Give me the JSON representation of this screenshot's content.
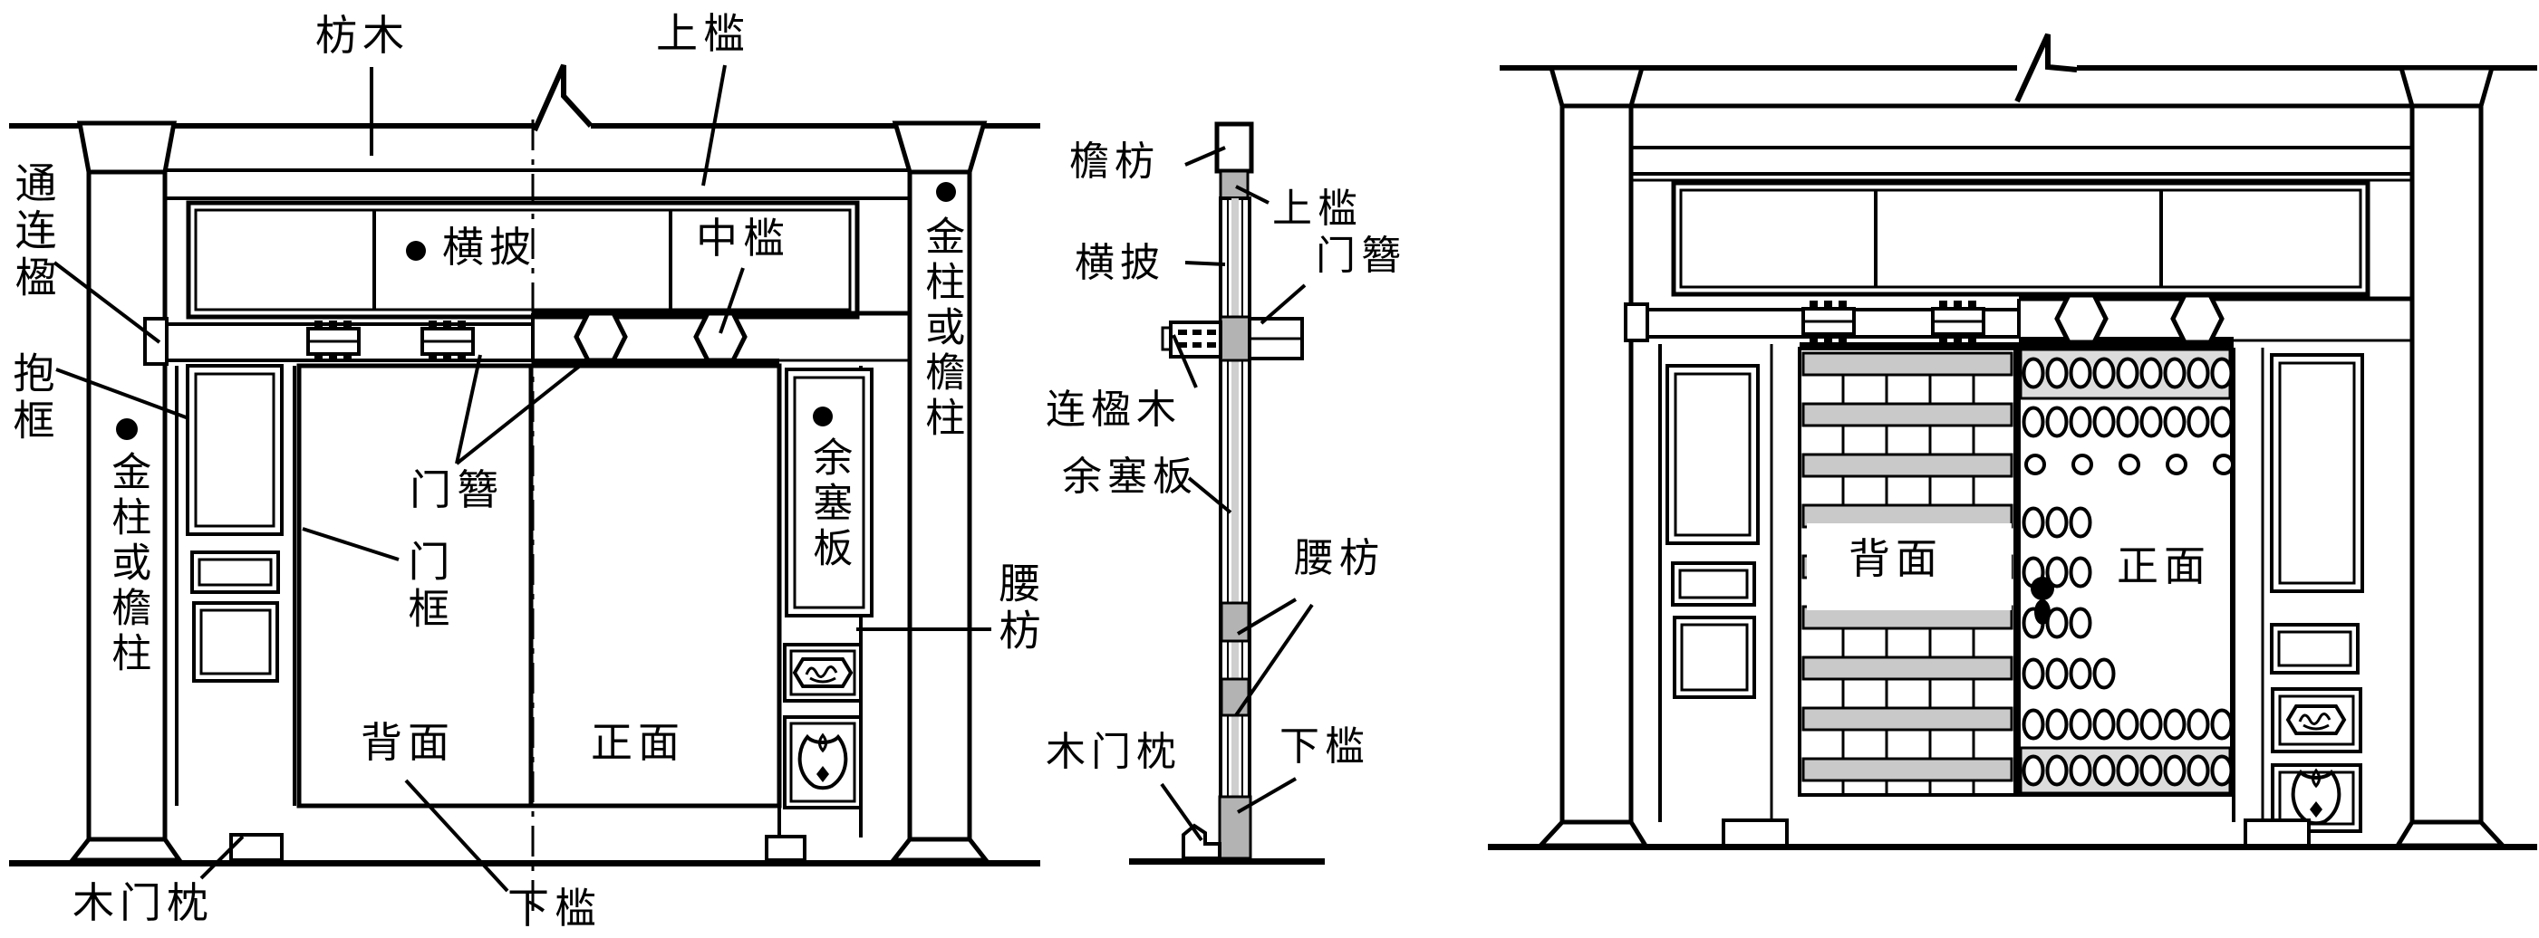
{
  "figure_type": "architectural-diagram-traditional-chinese-gate",
  "left_view": {
    "labels": {
      "fangmu": "枋木",
      "shangkan": "上槛",
      "tonglianying": "通连楹",
      "baokuang": "抱框",
      "jinzhu_left": "金柱或檐柱",
      "hengpi": "横披",
      "zhongkan": "中槛",
      "menzan": "门簪",
      "menkuang": "门框",
      "yusaiban": "余塞板",
      "jinzhu_right": "金柱或檐柱",
      "yaofang": "腰枋",
      "beimian": "背面",
      "zhengmian": "正面",
      "mumenzhen": "木门枕",
      "xiakan": "下槛"
    }
  },
  "section_view": {
    "labels": {
      "yanfang": "檐枋",
      "shangkan": "上槛",
      "hengpi": "横披",
      "menzan": "门簪",
      "lianyingmu": "连楹木",
      "yusaiban": "余塞板",
      "yaofang": "腰枋",
      "mumenzhen": "木门枕",
      "xiakan": "下槛"
    }
  },
  "right_view": {
    "labels": {
      "beimian": "背面",
      "zhengmian": "正面"
    }
  },
  "colors": {
    "line": "#000000",
    "panel_gray": "#c9c9c9",
    "block_gray": "#b3b3b3",
    "band_gray": "#dcdcdc",
    "background": "#ffffff"
  }
}
